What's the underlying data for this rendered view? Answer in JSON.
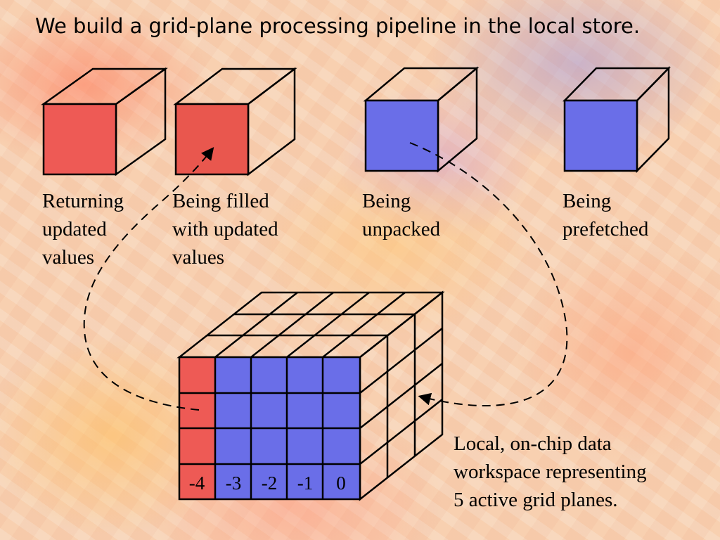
{
  "title": "We build a grid-plane processing pipeline in the local store.",
  "stages": [
    {
      "lines": [
        "Returning",
        "updated",
        "values"
      ]
    },
    {
      "lines": [
        "Being filled",
        "with updated",
        "values"
      ]
    },
    {
      "lines": [
        "Being",
        "unpacked"
      ]
    },
    {
      "lines": [
        "Being",
        "prefetched"
      ]
    }
  ],
  "workspace_label": {
    "lines": [
      "Local, on-chip data",
      "workspace representing",
      "5 active grid planes."
    ]
  },
  "plane_numbers": [
    "-4",
    "-3",
    "-2",
    "-1",
    "0"
  ],
  "colors": {
    "red": "#ee5a55",
    "blue": "#6a6ee8",
    "line": "#000000"
  }
}
